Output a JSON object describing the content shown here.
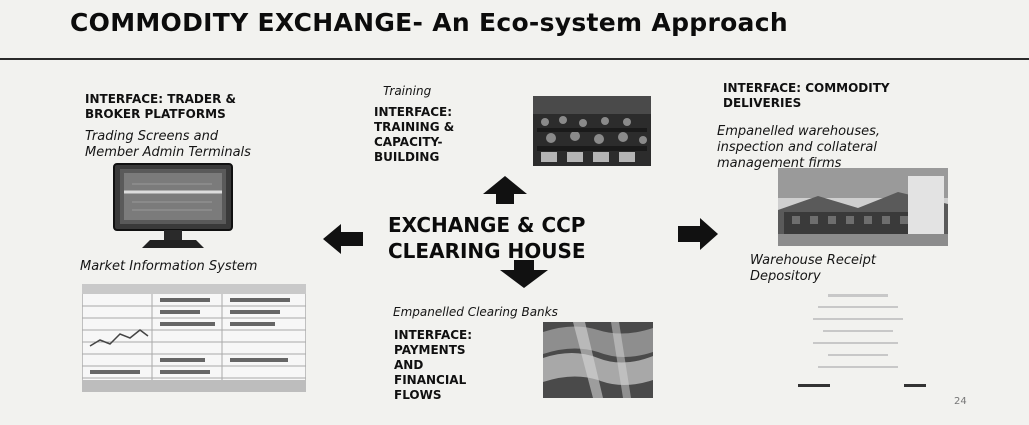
{
  "slide": {
    "title": "COMMODITY  EXCHANGE- An Eco-system Approach",
    "center": {
      "line1": "EXCHANGE & CCP",
      "line2": "CLEARING HOUSE"
    },
    "trader": {
      "header_line1": "INTERFACE: TRADER &",
      "header_line2": "BROKER PLATFORMS",
      "sub_line1": "Trading Screens and",
      "sub_line2": "Member Admin Terminals"
    },
    "training": {
      "label": "Training",
      "header_line1": "INTERFACE:",
      "header_line2": "TRAINING &",
      "header_line3": "CAPACITY-",
      "header_line4": "BUILDING"
    },
    "deliveries": {
      "header_line1": "INTERFACE: COMMODITY",
      "header_line2": "DELIVERIES",
      "sub_line1": "Empanelled warehouses,",
      "sub_line2": "inspection and collateral",
      "sub_line3": "management firms"
    },
    "market_info": {
      "label": "Market Information System"
    },
    "warehouse_receipt": {
      "line1": "Warehouse Receipt",
      "line2": "Depository"
    },
    "payments": {
      "label": "Empanelled Clearing Banks",
      "header_line1": "INTERFACE:",
      "header_line2": "PAYMENTS",
      "header_line3": "AND",
      "header_line4": "FINANCIAL",
      "header_line5": "FLOWS"
    },
    "page_number": "24"
  },
  "icons": [
    "monitor-icon",
    "spreadsheet-icon",
    "classroom-photo",
    "warehouse-photo",
    "banknote-photo",
    "document-icon",
    "arrow-left-icon",
    "arrow-right-icon",
    "arrow-up-icon",
    "arrow-down-icon"
  ]
}
